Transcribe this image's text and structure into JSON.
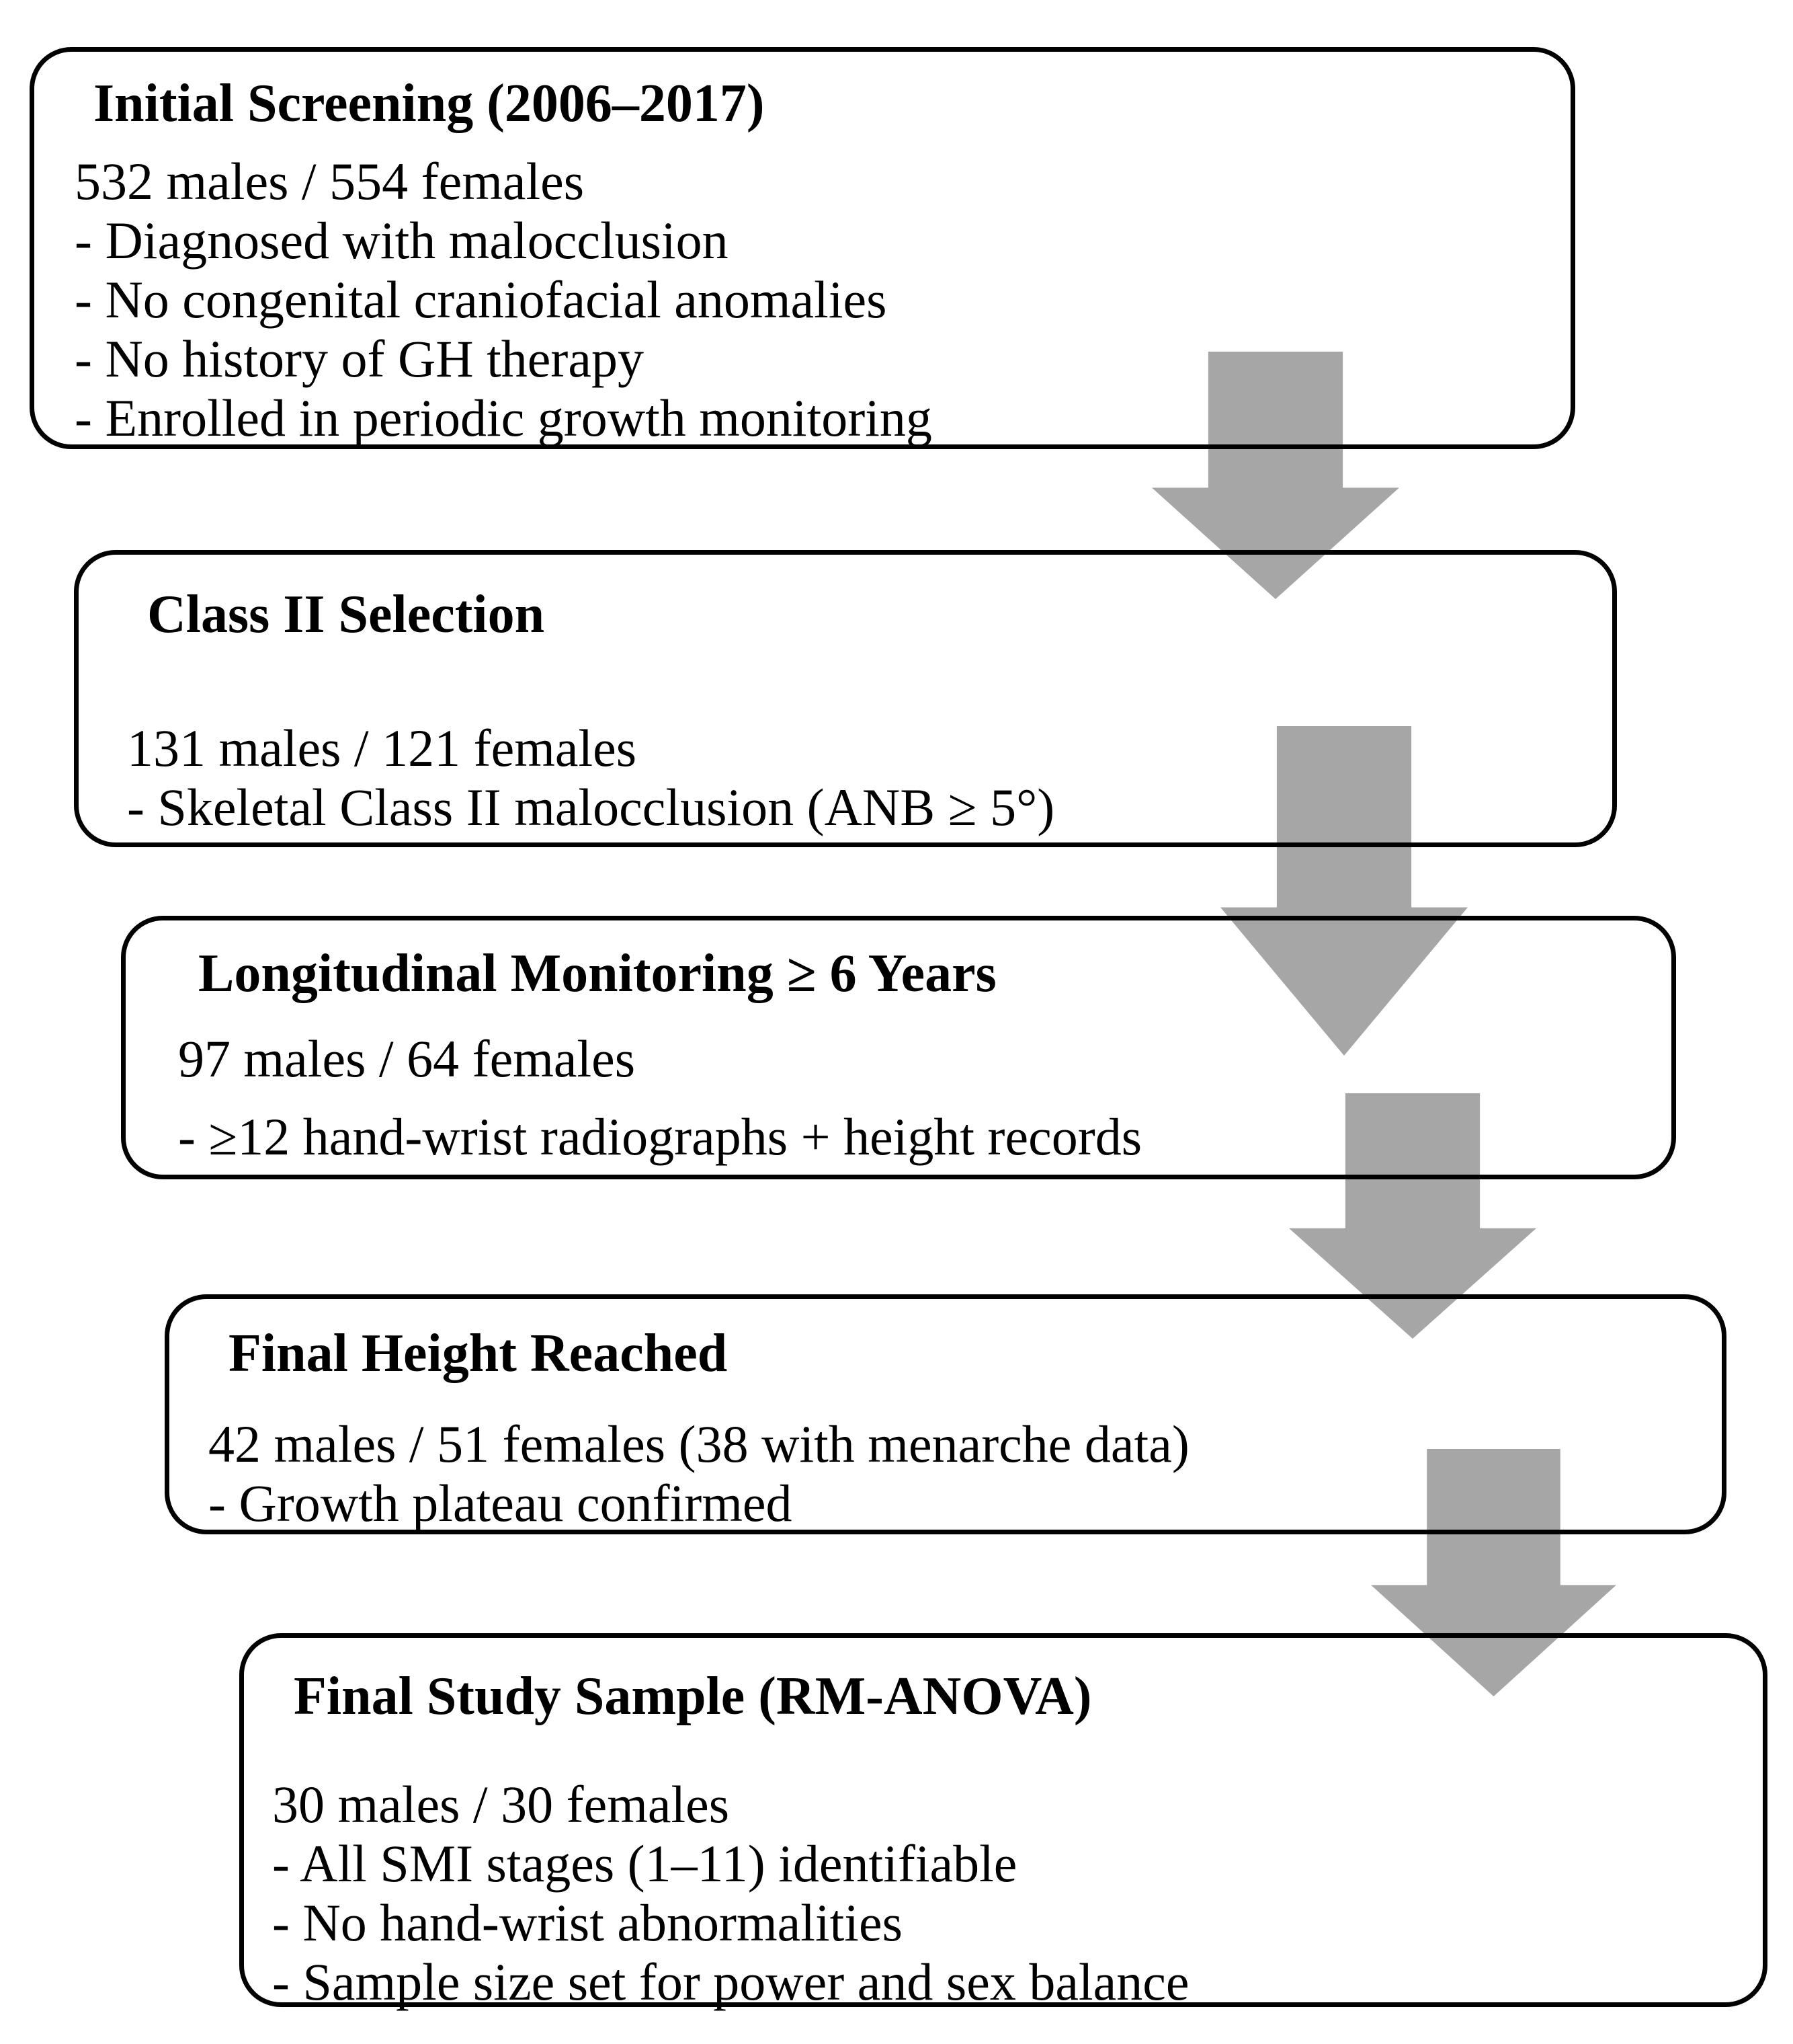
{
  "figure": {
    "type": "study-flow-diagram",
    "colors": {
      "background": "#ffffff",
      "box_border": "#000000",
      "text": "#000000",
      "arrow_fill": "#a6a6a6"
    },
    "arrows": [
      {
        "direction": "down"
      },
      {
        "direction": "down"
      },
      {
        "direction": "down"
      },
      {
        "direction": "down"
      }
    ],
    "boxes": [
      {
        "title": "Initial Screening (2006–2017)",
        "lines": [
          "532 males / 554 females",
          "- Diagnosed with malocclusion",
          "- No congenital craniofacial anomalies",
          "- No history of GH therapy",
          "- Enrolled in periodic growth monitoring"
        ]
      },
      {
        "title": "Class II Selection",
        "lines": [
          "131 males / 121 females",
          "- Skeletal Class II malocclusion (ANB ≥ 5°)"
        ]
      },
      {
        "title": "Longitudinal Monitoring ≥ 6 Years",
        "lines": [
          "97 males / 64 females",
          "- ≥12 hand-wrist radiographs + height records"
        ]
      },
      {
        "title": "Final Height Reached",
        "lines": [
          "42 males / 51 females (38 with menarche data)",
          "- Growth plateau confirmed"
        ]
      },
      {
        "title": "Final Study Sample (RM-ANOVA)",
        "lines": [
          "30 males / 30 females",
          "- All SMI stages (1–11) identifiable",
          "- No hand-wrist abnormalities",
          "- Sample size set for power and sex balance"
        ]
      }
    ]
  }
}
